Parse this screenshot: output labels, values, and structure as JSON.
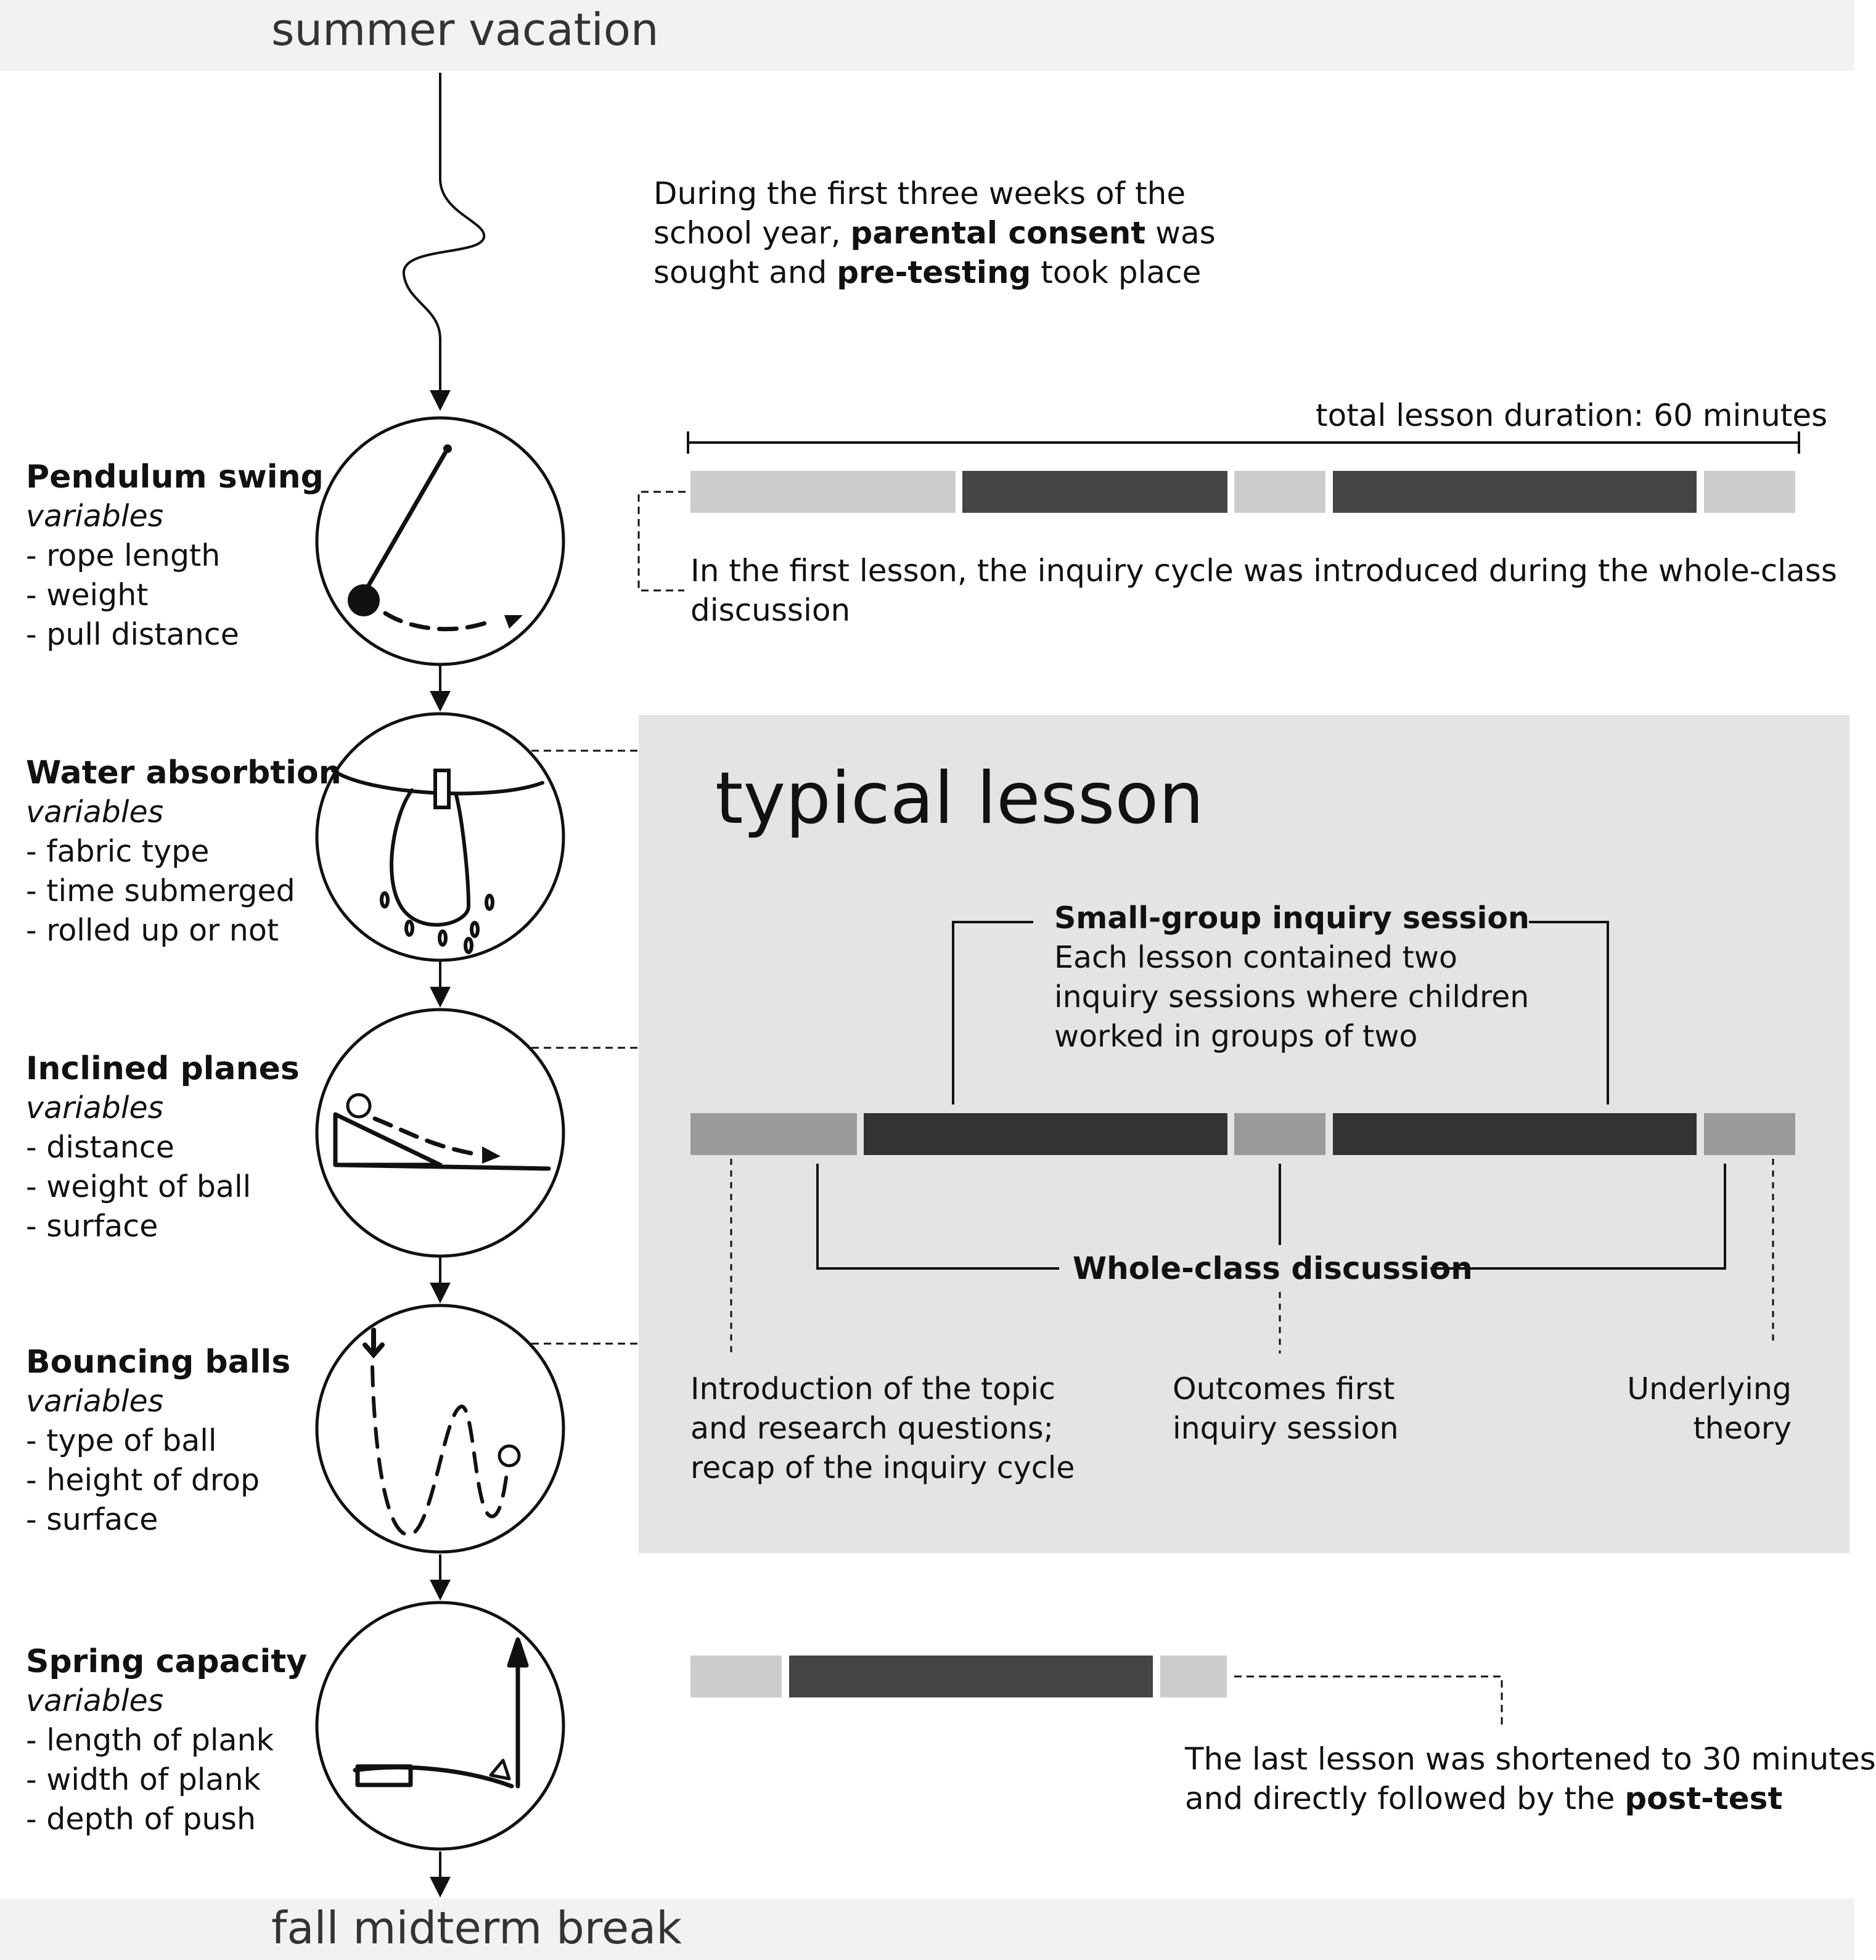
{
  "top_band": {
    "label": "summer vacation"
  },
  "bottom_band": {
    "label": "fall midterm break"
  },
  "intro_note": {
    "line1": "During the first three weeks of the",
    "line2_a": "school year, ",
    "line2_b": "parental consent",
    "line2_c": " was",
    "line3_a": "sought and ",
    "line3_b": "pre-testing",
    "line3_c": " took place"
  },
  "lessons": [
    {
      "title": "Pendulum swing",
      "variables_label": "variables",
      "variables": [
        "- rope length",
        "- weight",
        "- pull distance"
      ],
      "icon": "pendulum-icon"
    },
    {
      "title": "Water absorbtion",
      "variables_label": "variables",
      "variables": [
        "- fabric type",
        "- time submerged",
        "- rolled up or not"
      ],
      "icon": "wet-cloth-icon"
    },
    {
      "title": "Inclined planes",
      "variables_label": "variables",
      "variables": [
        "- distance",
        "- weight of ball",
        "- surface"
      ],
      "icon": "ramp-icon"
    },
    {
      "title": "Bouncing balls",
      "variables_label": "variables",
      "variables": [
        "- type of ball",
        "- height of drop",
        "- surface"
      ],
      "icon": "bouncing-ball-icon"
    },
    {
      "title": "Spring capacity",
      "variables_label": "variables",
      "variables": [
        "- length of plank",
        "- width of plank",
        "- depth of push"
      ],
      "icon": "springboard-icon"
    }
  ],
  "first_lesson": {
    "duration_label": "total lesson duration: 60 minutes",
    "note_line1": "In the first lesson, the inquiry cycle was introduced during the whole-class",
    "note_line2": "discussion"
  },
  "typical_lesson": {
    "heading": "typical lesson",
    "small_group_title": "Small-group inquiry session",
    "small_group_lines": [
      "Each lesson contained two",
      "inquiry sessions where children",
      "worked in groups of two"
    ],
    "whole_class_title": "Whole-class discussion",
    "intro_lines": [
      "Introduction of the topic",
      "and research questions;",
      "recap of the inquiry cycle"
    ],
    "outcomes_lines": [
      "Outcomes first",
      "inquiry session"
    ],
    "theory_lines": [
      "Underlying",
      "theory"
    ]
  },
  "last_lesson": {
    "line1": "The last lesson was shortened to 30 minutes",
    "line2_a": "and directly followed by the ",
    "line2_b": "post-test"
  },
  "colors": {
    "whole_class_light": "#cccccc",
    "whole_class_mid": "#9a9a9a",
    "small_group_dark": "#454545",
    "small_group_darker": "#333333",
    "panel_bg": "#e4e4e4",
    "band_bg": "#f2f2f2"
  }
}
